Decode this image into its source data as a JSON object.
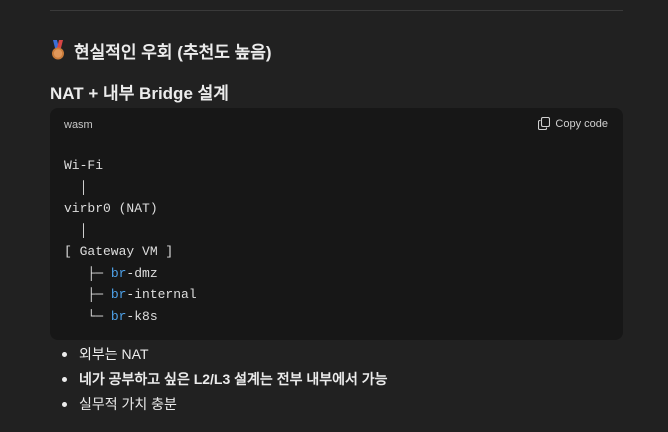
{
  "section": {
    "medal_icon": "third-place-medal-icon",
    "title": "현실적인 우회 (추천도 높음)",
    "subtitle": "NAT + 내부 Bridge 설계"
  },
  "code_block": {
    "language": "wasm",
    "copy_label": "Copy code",
    "copy_icon": "copy-icon",
    "lines": [
      {
        "prefix": "Wi-Fi",
        "kw": "",
        "suffix": ""
      },
      {
        "prefix": "  │",
        "kw": "",
        "suffix": ""
      },
      {
        "prefix": "virbr0 (NAT)",
        "kw": "",
        "suffix": ""
      },
      {
        "prefix": "  │",
        "kw": "",
        "suffix": ""
      },
      {
        "prefix": "[ Gateway VM ]",
        "kw": "",
        "suffix": ""
      },
      {
        "prefix": "   ├─ ",
        "kw": "br",
        "suffix": "-dmz"
      },
      {
        "prefix": "   ├─ ",
        "kw": "br",
        "suffix": "-internal"
      },
      {
        "prefix": "   └─ ",
        "kw": "br",
        "suffix": "-k8s"
      }
    ],
    "keyword_color": "#4ea1e8"
  },
  "bullets": [
    {
      "text": "외부는 NAT",
      "bold": false
    },
    {
      "text": "네가 공부하고 싶은 L2/L3 설계는 전부 내부에서 가능",
      "bold": true
    },
    {
      "text": "실무적 가치 충분",
      "bold": false
    }
  ]
}
